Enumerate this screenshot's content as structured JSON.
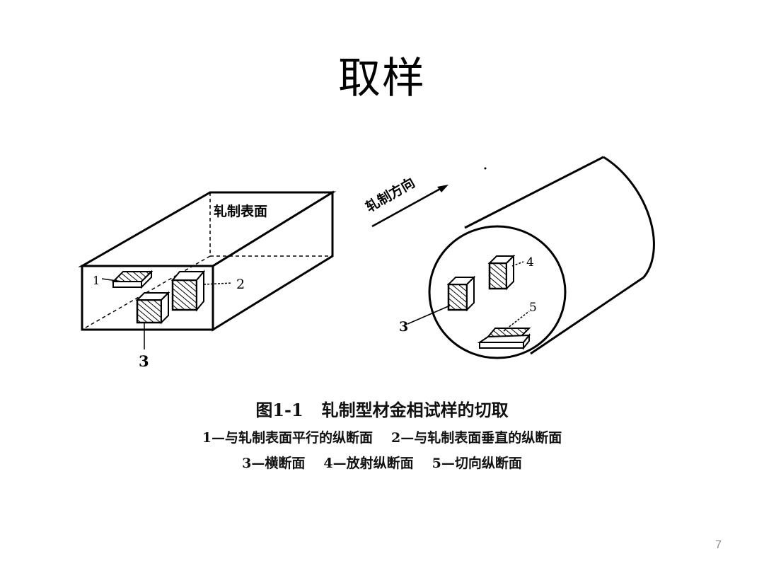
{
  "slide": {
    "title": "取样",
    "page_number": "7"
  },
  "figure": {
    "left": {
      "surface_label": "轧制表面",
      "callout_1": "1",
      "callout_2": "2",
      "callout_3": "3"
    },
    "right": {
      "direction_label": "轧制方向",
      "callout_3": "3",
      "callout_4": "4",
      "callout_5": "5"
    },
    "caption": {
      "title_fig": "图1-1",
      "title_text": "轧制型材金相试样的切取",
      "item_1": "1—与轧制表面平行的纵断面",
      "item_2": "2—与轧制表面垂直的纵断面",
      "item_3": "3—横断面",
      "item_4": "4—放射纵断面",
      "item_5": "5—切向纵断面"
    }
  }
}
